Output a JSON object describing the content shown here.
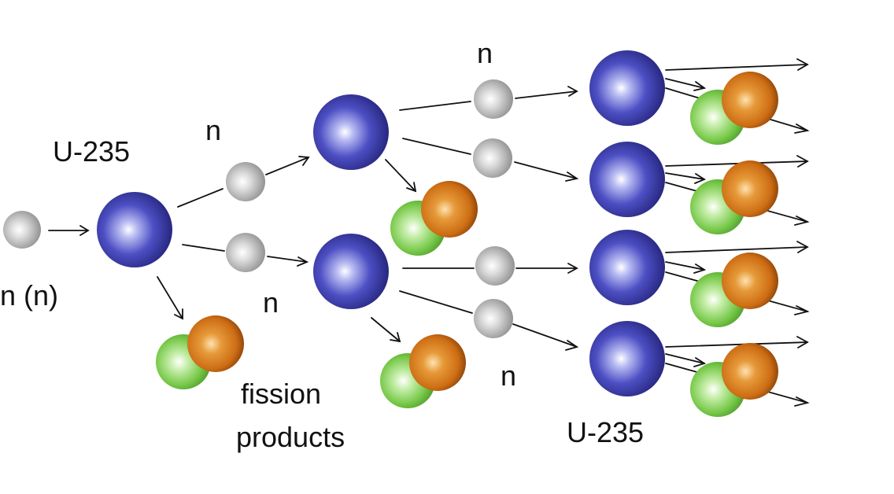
{
  "labels": {
    "initial_neutron": "n (n)",
    "uranium_first": "U-235",
    "uranium_last": "U-235",
    "neutron": "n",
    "fission_line1": "fission",
    "fission_line2": "products"
  },
  "colors": {
    "uranium": "#3a3aa8",
    "neutron": "#bdbdbd",
    "product_green": "#7ccf4c",
    "product_orange": "#d97a1a",
    "arrow": "#111111"
  }
}
